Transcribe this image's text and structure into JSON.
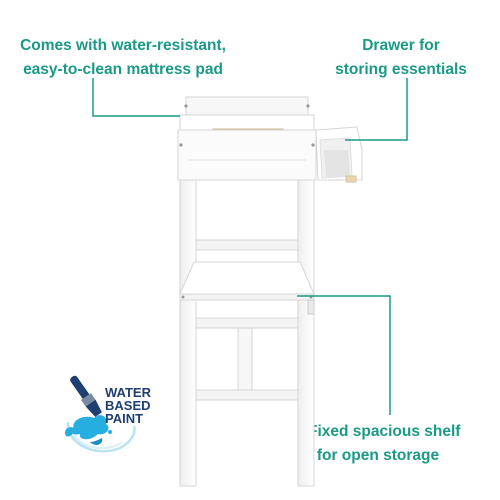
{
  "callouts": {
    "mattress": [
      "Comes with water-resistant,",
      "easy-to-clean mattress pad"
    ],
    "drawer": [
      "Drawer for",
      "storing essentials"
    ],
    "shelf": [
      "Fixed spacious shelf",
      "for open storage"
    ]
  },
  "badge": {
    "lines": [
      "WATER",
      "BASED",
      "PAINT"
    ],
    "icon": "paint-brush-icon"
  },
  "colors": {
    "callout_text": "#1a9a86",
    "leader_line": "#1a9a86",
    "badge_text": "#1f3f70",
    "badge_splash": "#27aee0",
    "furniture": "#ffffff",
    "furniture_edge": "#d6d6d6"
  }
}
